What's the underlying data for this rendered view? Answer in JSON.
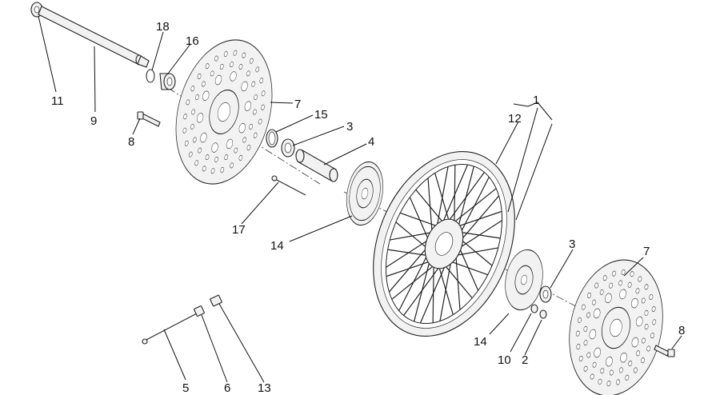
{
  "diagram": {
    "callouts": [
      {
        "id": "c11",
        "text": "11"
      },
      {
        "id": "c9",
        "text": "9"
      },
      {
        "id": "c18",
        "text": "18"
      },
      {
        "id": "c16",
        "text": "16"
      },
      {
        "id": "c7a",
        "text": "7"
      },
      {
        "id": "c8a",
        "text": "8"
      },
      {
        "id": "c15",
        "text": "15"
      },
      {
        "id": "c3a",
        "text": "3"
      },
      {
        "id": "c4",
        "text": "4"
      },
      {
        "id": "c1",
        "text": "1"
      },
      {
        "id": "c12",
        "text": "12"
      },
      {
        "id": "c17",
        "text": "17"
      },
      {
        "id": "c14a",
        "text": "14"
      },
      {
        "id": "c3b",
        "text": "3"
      },
      {
        "id": "c7b",
        "text": "7"
      },
      {
        "id": "c8b",
        "text": "8"
      },
      {
        "id": "c14b",
        "text": "14"
      },
      {
        "id": "c10",
        "text": "10"
      },
      {
        "id": "c2",
        "text": "2"
      },
      {
        "id": "c5",
        "text": "5"
      },
      {
        "id": "c6",
        "text": "6"
      },
      {
        "id": "c13",
        "text": "13"
      }
    ]
  }
}
